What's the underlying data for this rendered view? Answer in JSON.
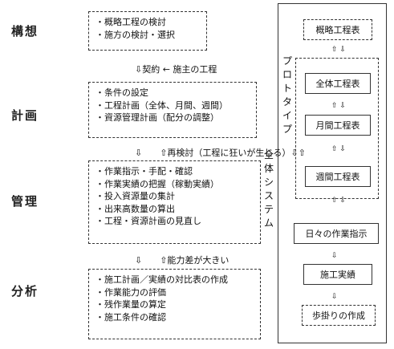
{
  "stages": [
    {
      "key": "plan",
      "label": "構想",
      "lines": [
        "・概略工程の検討",
        "・施方の検討・選択"
      ]
    },
    {
      "key": "design",
      "label": "計画",
      "lines": [
        "・条件の設定",
        "・工程計画（全体、月間、週間）",
        "・資源管理計画（配分の調整）"
      ]
    },
    {
      "key": "manage",
      "label": "管理",
      "lines": [
        "・作業指示・手配・確認",
        "・作業実績の把握（稼動実績）",
        "・投入資源量の集計",
        "・出来高数量の算出",
        "・工程・資源計画の見直し"
      ]
    },
    {
      "key": "analyze",
      "label": "分析",
      "lines": [
        "・施工計画／実績の対比表の作成",
        "・作業能力の評価",
        "・残作業量の算定",
        "・施工条件の確認"
      ]
    }
  ],
  "connectors": {
    "c1": "⇩契約 ← 施主の工程",
    "c2": "⇩　　⇧再検討（工程に狂いが生じる）⇩⇧",
    "c3": "⇩　　⇧能力差が大きい"
  },
  "vertical_labels": {
    "prototype": "プロトタイプ",
    "system": "全体システム"
  },
  "right_boxes": [
    "概略工程表",
    "全体工程表",
    "月間工程表",
    "週間工程表",
    "日々の作業指示",
    "施工実績",
    "歩掛りの作成"
  ]
}
